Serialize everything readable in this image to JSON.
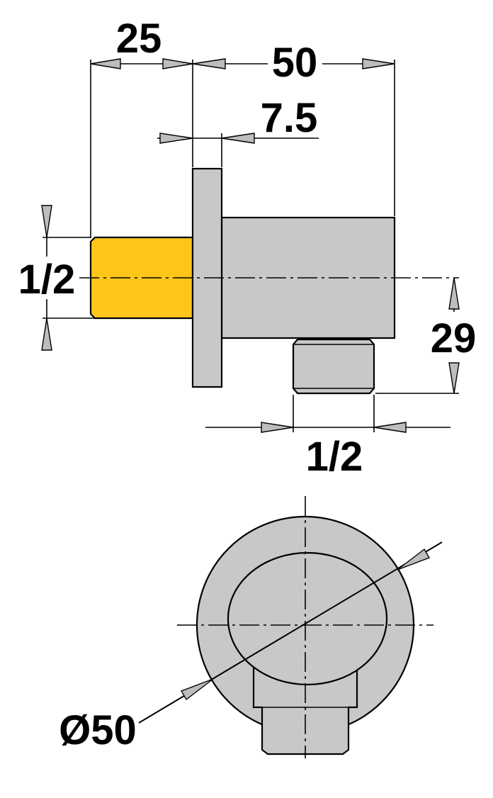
{
  "colors": {
    "body": "#c8c8c8",
    "thread": "#ffc61a",
    "line": "#000000",
    "arrow_fill": "#bdbdbd",
    "background": "#ffffff"
  },
  "dimensions": {
    "inlet_length": "25",
    "body_length": "50",
    "flange_thickness": "7.5",
    "inlet_thread": "1/2",
    "outlet_offset": "29",
    "outlet_thread": "1/2",
    "diameter": "Ø50"
  }
}
